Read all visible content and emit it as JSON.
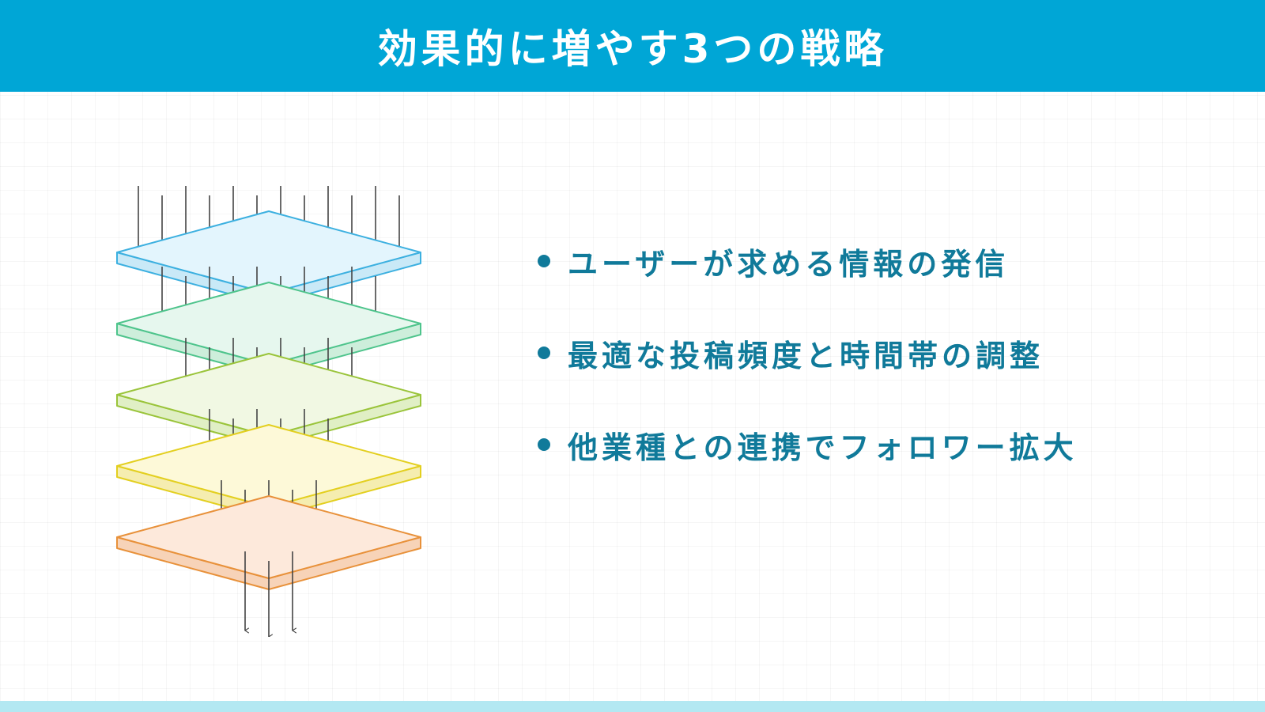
{
  "header": {
    "title": "効果的に増やす3つの戦略"
  },
  "bullets": [
    {
      "text": "ユーザーが求める情報の発信"
    },
    {
      "text": "最適な投稿頻度と時間帯の調整"
    },
    {
      "text": "他業種との連携でフォロワー拡大"
    }
  ],
  "colors": {
    "header_bg": "#00a6d6",
    "header_text": "#ffffff",
    "bullet_text": "#107a9a",
    "footer_band": "#b3e8f2",
    "arrow": "#444444"
  },
  "diagram": {
    "layers": [
      {
        "stroke": "#3cb0e0",
        "fill": "#e3f5fd",
        "side": "#c9e9f7"
      },
      {
        "stroke": "#4ec48c",
        "fill": "#e6f7ee",
        "side": "#cdeedb"
      },
      {
        "stroke": "#9ac43a",
        "fill": "#f1f8e3",
        "side": "#e0efc5"
      },
      {
        "stroke": "#e3cf1f",
        "fill": "#fdf9d8",
        "side": "#f5edb0"
      },
      {
        "stroke": "#e8913a",
        "fill": "#fde9db",
        "side": "#f7d3b8"
      }
    ],
    "arrows_per_stage": [
      12,
      10,
      8,
      6,
      5,
      3
    ]
  }
}
